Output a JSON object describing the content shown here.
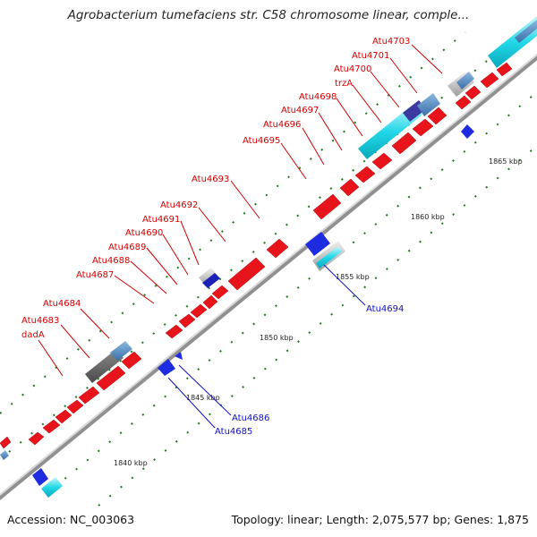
{
  "title": "Agrobacterium tumefaciens str. C58 chromosome linear, comple...",
  "accession": "Accession: NC_003063",
  "summary": "Topology: linear; Length: 2,075,577 bp; Genes: 1,875",
  "colors": {
    "forward_gene": "#e8141c",
    "reverse_gene": "#1e2be0",
    "backbone": "#a8a8a8",
    "feature_cyan": "#22d8e8",
    "feature_grey": "#6a6a6a",
    "feature_steel": "#4a88c0",
    "tick": "#1a7a1a"
  },
  "scale_labels": [
    "1840 kbp",
    "1845 kbp",
    "1850 kbp",
    "1855 kbp",
    "1860 kbp",
    "1865 kbp"
  ],
  "forward_gene_labels": [
    "dadA",
    "Atu4683",
    "Atu4684",
    "Atu4687",
    "Atu4688",
    "Atu4689",
    "Atu4690",
    "Atu4691",
    "Atu4692",
    "Atu4693",
    "Atu4695",
    "Atu4696",
    "Atu4697",
    "Atu4698",
    "trzA",
    "Atu4700",
    "Atu4701",
    "Atu4703"
  ],
  "reverse_gene_labels": [
    "Atu4685",
    "Atu4686",
    "Atu4694"
  ]
}
